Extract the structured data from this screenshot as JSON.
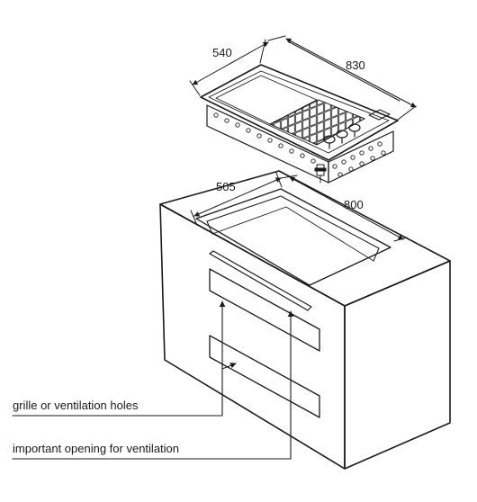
{
  "dimensions": {
    "hob_depth": "540",
    "hob_width": "830",
    "cutout_depth": "505",
    "cutout_width": "800"
  },
  "labels": {
    "grille": "grille or ventilation holes",
    "opening": "important opening for ventilation"
  },
  "colors": {
    "line": "#1a1a1a",
    "background": "#ffffff"
  }
}
